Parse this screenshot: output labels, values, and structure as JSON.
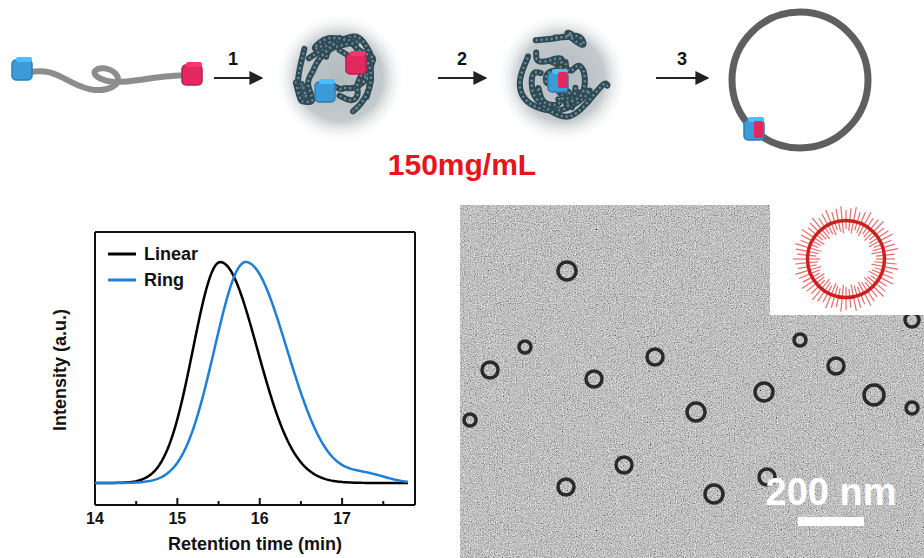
{
  "diagram": {
    "labels": [
      "1",
      "2",
      "3",
      "150mg/mL",
      "Intensity (a.u.)",
      "Retention time (min)",
      "14",
      "15",
      "16",
      "17",
      "200 nm"
    ],
    "legend": [
      {
        "text": "Linear"
      },
      {
        "text": "Ring"
      }
    ]
  }
}
